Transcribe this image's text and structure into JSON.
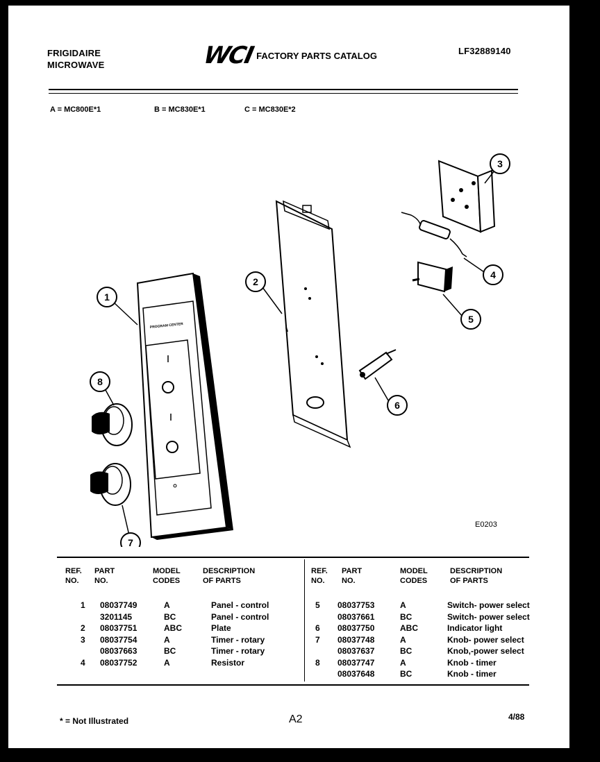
{
  "header": {
    "brand_line1": "FRIGIDAIRE",
    "brand_line2": "MICROWAVE",
    "logo_text": "WCI",
    "catalog_title": "FACTORY PARTS CATALOG",
    "catalog_number": "LF32889140"
  },
  "models": [
    {
      "text": "A = MC800E*1"
    },
    {
      "text": "B = MC830E*1"
    },
    {
      "text": "C = MC830E*2"
    }
  ],
  "diagram": {
    "callouts": [
      "1",
      "2",
      "3",
      "4",
      "5",
      "6",
      "7",
      "8"
    ],
    "panel_label": "PROGRAM CENTER",
    "diagram_code": "E0203"
  },
  "table": {
    "headers": {
      "ref_no": "REF. NO.",
      "part_no": "PART NO.",
      "model_codes": "MODEL CODES",
      "description": "DESCRIPTION OF PARTS"
    },
    "left_rows": [
      {
        "ref": "1",
        "part": "08037749",
        "codes": "A",
        "desc": "Panel - control"
      },
      {
        "ref": "",
        "part": "3201145",
        "codes": "BC",
        "desc": "Panel - control"
      },
      {
        "ref": "2",
        "part": "08037751",
        "codes": "ABC",
        "desc": "Plate"
      },
      {
        "ref": "3",
        "part": "08037754",
        "codes": "A",
        "desc": "Timer - rotary"
      },
      {
        "ref": "",
        "part": "08037663",
        "codes": "BC",
        "desc": "Timer - rotary"
      },
      {
        "ref": "4",
        "part": "08037752",
        "codes": "A",
        "desc": "Resistor"
      }
    ],
    "right_rows": [
      {
        "ref": "5",
        "part": "08037753",
        "codes": "A",
        "desc": "Switch- power select"
      },
      {
        "ref": "",
        "part": "08037661",
        "codes": "BC",
        "desc": "Switch- power select"
      },
      {
        "ref": "6",
        "part": "08037750",
        "codes": "ABC",
        "desc": "Indicator light"
      },
      {
        "ref": "7",
        "part": "08037748",
        "codes": "A",
        "desc": "Knob- power select"
      },
      {
        "ref": "",
        "part": "08037637",
        "codes": "BC",
        "desc": "Knob,-power select"
      },
      {
        "ref": "8",
        "part": "08037747",
        "codes": "A",
        "desc": "Knob - timer"
      },
      {
        "ref": "",
        "part": "08037648",
        "codes": "BC",
        "desc": "Knob - timer"
      }
    ]
  },
  "footer": {
    "note": "* = Not Illustrated",
    "page": "A2",
    "date": "4/88"
  }
}
